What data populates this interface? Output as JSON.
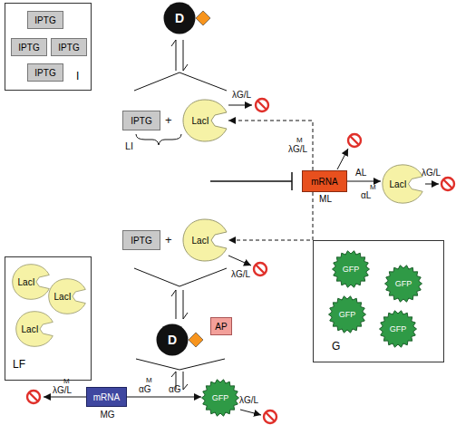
{
  "diagram": {
    "nodes": [
      {
        "text": [
          "I"
        ]
      },
      {
        "text": [
          "IPTG"
        ],
        "in": 0
      },
      {
        "text": [
          "IPTG"
        ],
        "in": 0
      },
      {
        "text": [
          "IPTG"
        ],
        "in": 0
      },
      {
        "text": [
          "IPTG"
        ],
        "in": 0
      },
      {
        "text": [
          "D"
        ]
      },
      {
        "text": [
          "IPTG"
        ]
      },
      {
        "text": [
          "LacI"
        ]
      },
      {
        "text": [
          "mRNA",
          "ML"
        ]
      },
      {
        "text": [
          "LacI"
        ]
      },
      {
        "text": [
          "IPTG"
        ]
      },
      {
        "text": [
          "LacI"
        ]
      },
      {
        "text": [
          "LF"
        ]
      },
      {
        "text": [
          "LacI"
        ],
        "in": 12
      },
      {
        "text": [
          "LacI"
        ],
        "in": 12
      },
      {
        "text": [
          "LacI"
        ],
        "in": 12
      },
      {
        "text": [
          "D"
        ]
      },
      {
        "text": [
          "AP"
        ]
      },
      {
        "text": [
          "mRNA",
          "MG"
        ]
      },
      {
        "text": [
          "GFP"
        ]
      },
      {
        "text": [
          "G"
        ]
      },
      {
        "text": [
          "GFP"
        ],
        "in": 20
      },
      {
        "text": [
          "GFP"
        ],
        "in": 20
      },
      {
        "text": [
          "GFP"
        ],
        "in": 20
      },
      {
        "text": [
          "GFP"
        ],
        "in": 20
      }
    ],
    "edges": [
      {
        "from": 8,
        "to": 9,
        "arrow": "to",
        "label": "AL"
      },
      {
        "from": 18,
        "to": 19,
        "arrow": "to",
        "label": "αG"
      },
      {
        "from": 8,
        "to": 7,
        "arrow": "to"
      },
      {
        "from": 8,
        "to": 11,
        "arrow": "to"
      }
    ],
    "labels": [
      "λG/L",
      "+",
      "LI",
      "M",
      "λG/L",
      "M",
      "αL",
      "λG/L",
      "+",
      "λG/L",
      "M",
      "λG/L",
      "M",
      "αG",
      "λG/L"
    ]
  }
}
